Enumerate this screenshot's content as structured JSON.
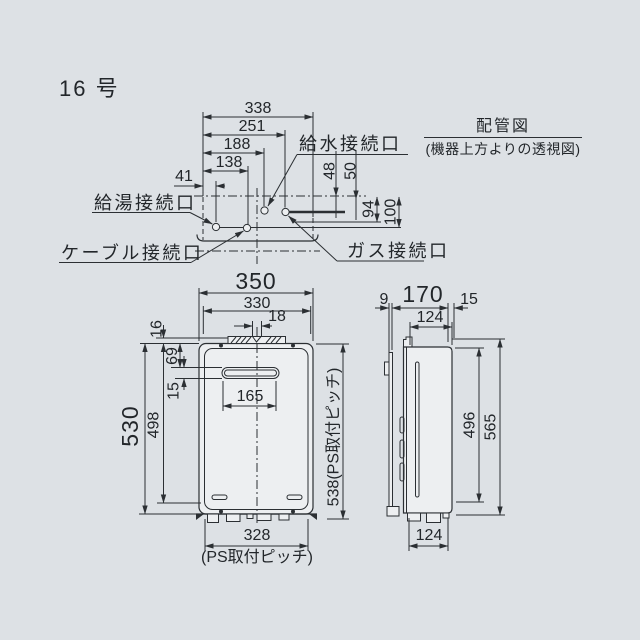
{
  "page": {
    "title": "16 号",
    "colors": {
      "bg": "#dde1e5",
      "ink": "#2b2f33",
      "panel": "#edeff1"
    }
  },
  "top_view": {
    "title": "配管図",
    "subtitle": "(機器上方よりの透視図)",
    "labels": {
      "water_supply": "給水接続口",
      "hot_water": "給湯接続口",
      "cable": "ケーブル接続口",
      "gas": "ガス接続口"
    },
    "dims": {
      "w338": "338",
      "w251": "251",
      "w188": "188",
      "w138": "138",
      "w41": "41",
      "d48": "48",
      "d50": "50",
      "d94": "94",
      "d100": "100"
    }
  },
  "front_view": {
    "dims": {
      "w350": "350",
      "w330": "330",
      "w18": "18",
      "h16": "16",
      "h69": "69",
      "h15": "15",
      "w165": "165",
      "h530": "530",
      "h498": "498",
      "h538": "538(PS取付ピッチ)",
      "w328": "328",
      "w328_note": "(PS取付ピッチ)"
    }
  },
  "side_view": {
    "dims": {
      "d9": "9",
      "d170": "170",
      "d15": "15",
      "d124_top": "124",
      "h496": "496",
      "h565": "565",
      "d124_bottom": "124"
    }
  }
}
